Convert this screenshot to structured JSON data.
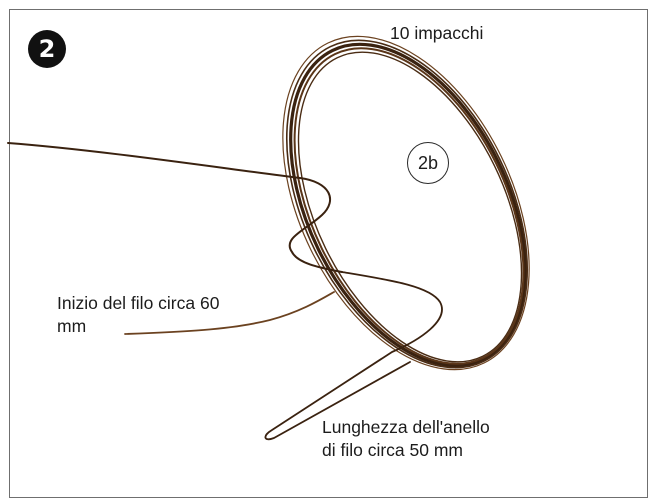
{
  "step": "2",
  "labels": {
    "top": "10 impacchi",
    "sublabel": "2b",
    "wire_start_line1": "Inizio del filo circa 60",
    "wire_start_line2": "mm",
    "loop_length_line1": "Lunghezza dell'anello",
    "loop_length_line2": "di filo circa 50 mm"
  },
  "colors": {
    "wire": "#4a2c14",
    "wire_dark": "#3a2210",
    "badge": "#111111",
    "frame": "#6f6f6f"
  }
}
